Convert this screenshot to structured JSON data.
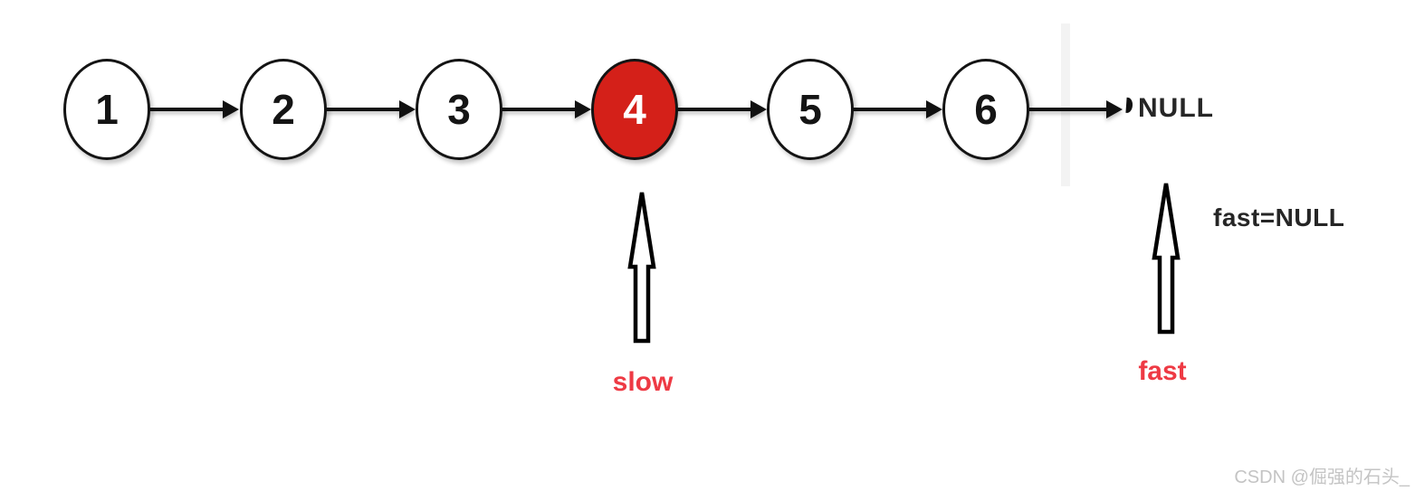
{
  "diagram": {
    "type": "linked-list",
    "nodes": [
      {
        "value": "1",
        "highlighted": false
      },
      {
        "value": "2",
        "highlighted": false
      },
      {
        "value": "3",
        "highlighted": false
      },
      {
        "value": "4",
        "highlighted": true
      },
      {
        "value": "5",
        "highlighted": false
      },
      {
        "value": "6",
        "highlighted": false
      }
    ],
    "terminator_label": "NULL",
    "slow_pointer_label": "slow",
    "fast_pointer_label": "fast",
    "fast_status_label": "fast=NULL",
    "colors": {
      "node_fill": "#ffffff",
      "node_stroke": "#141414",
      "highlight_fill": "#d42019",
      "highlight_text": "#ffffff",
      "pointer_label_red": "#ee3a44",
      "text_dark": "#262626"
    }
  },
  "watermark": "CSDN @倔强的石头_"
}
